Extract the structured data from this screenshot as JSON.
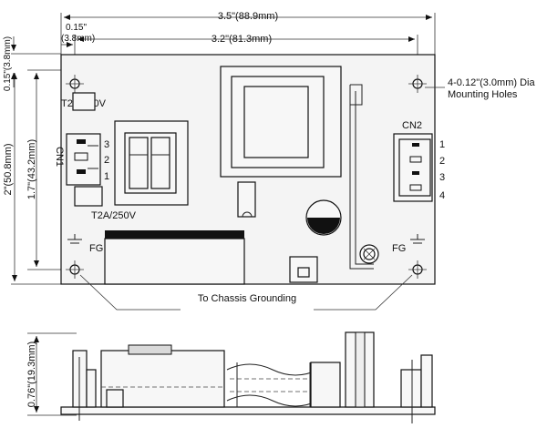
{
  "dimensions": {
    "overall_width": "3.5\"(88.9mm)",
    "hole_offset_x": "0.15\"",
    "hole_offset_x_mm": "(3.8mm)",
    "hole_spacing_x": "3.2\"(81.3mm)",
    "hole_offset_y": "0.15\"(3.8mm)",
    "overall_height": "2\"(50.8mm)",
    "hole_spacing_y": "1.7\"(43.2mm)",
    "profile_height": "0.76\"(19.3mm)"
  },
  "labels": {
    "mounting_holes_line1": "4-0.12\"(3.0mm) Dia",
    "mounting_holes_line2": "Mounting Holes",
    "fuse_top": "T2A/250V",
    "fuse_bottom": "T2A/250V",
    "cn1": "CN1",
    "cn2": "CN2",
    "fg_left": "FG",
    "fg_right": "FG",
    "chassis_grounding": "To Chassis Grounding"
  },
  "cn1_pins": [
    "3",
    "2",
    "1"
  ],
  "cn2_pins": [
    "1",
    "2",
    "3",
    "4"
  ]
}
